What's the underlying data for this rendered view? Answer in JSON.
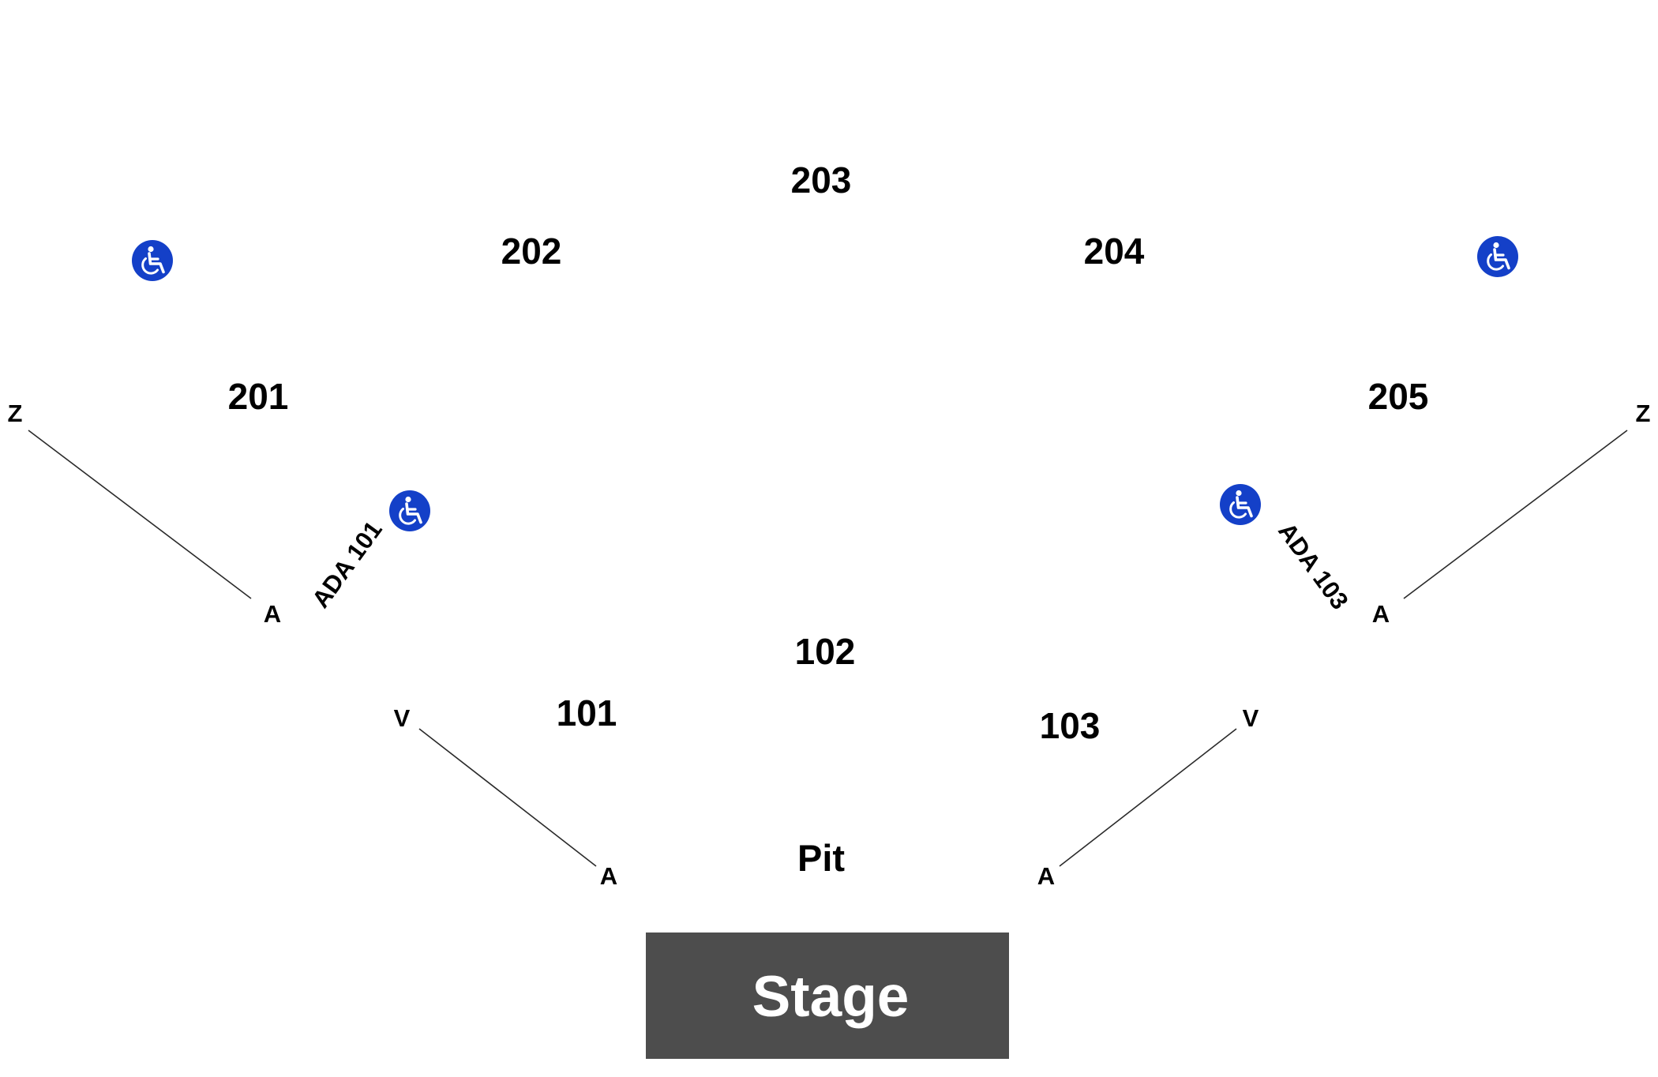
{
  "sections": {
    "s203": "203",
    "s202": "202",
    "s204": "204",
    "s201": "201",
    "s205": "205",
    "s102": "102",
    "s101": "101",
    "s103": "103"
  },
  "rows": {
    "upper_left_back": "Z",
    "upper_left_front": "A",
    "upper_right_back": "Z",
    "upper_right_front": "A",
    "lower_left_back": "V",
    "lower_left_front": "A",
    "lower_right_back": "V",
    "lower_right_front": "A"
  },
  "ada_labels": {
    "left": "ADA 101",
    "right": "ADA 103"
  },
  "pit_label": "Pit",
  "stage_label": "Stage",
  "icons": {
    "accessibility": "wheelchair-icon"
  },
  "colors": {
    "accessibility_blue": "#1440c8",
    "stage_fill": "#4d4d4d",
    "stage_text": "#ffffff",
    "text": "#000000"
  }
}
